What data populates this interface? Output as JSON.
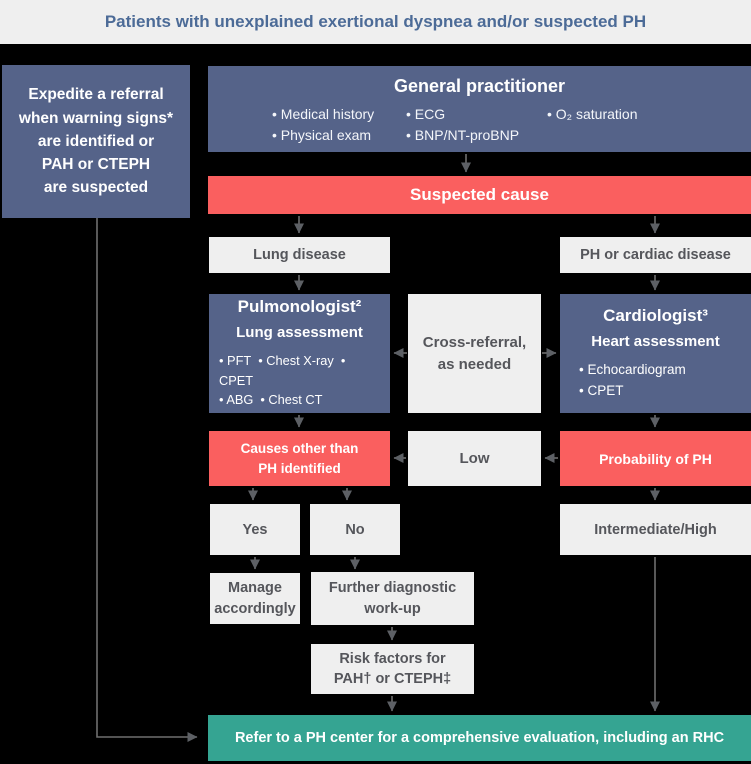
{
  "colors": {
    "background": "#000000",
    "slate_box": "#556389",
    "red_box": "#fa5f5f",
    "teal_banner": "#35a492",
    "light_gray_box": "#efefef",
    "header_bg": "#efefef",
    "header_text": "#4c6b97",
    "gray_box_text": "#55565b",
    "arrow": "#6f6f6f"
  },
  "header": {
    "title": "Patients with unexplained exertional dyspnea and/or suspected PH"
  },
  "expedite_note": {
    "lines": [
      "Expedite a referral",
      "when warning signs*",
      "are identified or",
      "PAH or CTEPH",
      "are suspected"
    ]
  },
  "general_practitioner": {
    "title": "General practitioner",
    "columns": [
      [
        "Medical history",
        "Physical exam"
      ],
      [
        "ECG",
        "BNP/NT-proBNP"
      ],
      [
        "O₂ saturation"
      ]
    ]
  },
  "suspected_cause": {
    "label": "Suspected cause"
  },
  "branches": {
    "lung": "Lung disease",
    "cardiac": "PH or cardiac disease"
  },
  "pulmonologist": {
    "title": "Pulmonologist²",
    "subtitle": "Lung assessment",
    "bullet_rows": [
      [
        "PFT",
        "Chest X-ray",
        "CPET"
      ],
      [
        "ABG",
        "Chest CT"
      ]
    ]
  },
  "cross_referral": {
    "lines": [
      "Cross-referral,",
      "as needed"
    ]
  },
  "cardiologist": {
    "title": "Cardiologist³",
    "subtitle": "Heart assessment",
    "bullets": [
      "Echocardiogram",
      "CPET"
    ]
  },
  "causes_other": {
    "lines": [
      "Causes other than",
      "PH identified"
    ]
  },
  "low": {
    "label": "Low"
  },
  "probability": {
    "label": "Probability of PH"
  },
  "yes": {
    "label": "Yes"
  },
  "no": {
    "label": "No"
  },
  "intermediate_high": {
    "label": "Intermediate/High"
  },
  "manage": {
    "lines": [
      "Manage",
      "accordingly"
    ]
  },
  "further_workup": {
    "lines": [
      "Further diagnostic",
      "work-up"
    ]
  },
  "risk_factors": {
    "lines": [
      "Risk factors for",
      "PAH† or CTEPH‡"
    ]
  },
  "referral_banner": {
    "label": "Refer to a PH center for a comprehensive evaluation, including an RHC"
  }
}
